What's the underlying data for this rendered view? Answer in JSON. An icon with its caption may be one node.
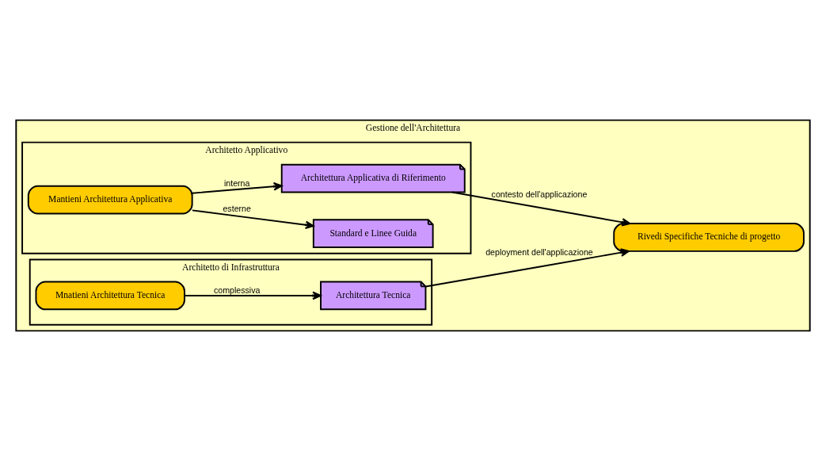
{
  "diagram": {
    "nodes": [
      {
        "text": [
          "Gestione dell'Architettura"
        ]
      },
      {
        "text": [
          "Architetto Applicativo"
        ],
        "in": 0
      },
      {
        "text": [
          "Standard e Linee Guida"
        ],
        "in": 1
      },
      {
        "text": [
          "Architettura Applicativa di Riferimento"
        ],
        "in": 1
      },
      {
        "text": [
          "Mantieni Architettura Applicativa"
        ],
        "in": 1
      },
      {
        "text": [
          "Rivedi Specifiche Tecniche di progetto"
        ],
        "in": 0
      },
      {
        "text": [
          "Architetto di Infrastruttura"
        ],
        "in": 0
      },
      {
        "text": [
          "Mnatieni Architettura Tecnica"
        ],
        "in": 6
      },
      {
        "text": [
          "Architettura Tecnica"
        ],
        "in": 6
      }
    ],
    "edges": [
      {
        "from": 4,
        "to": 2,
        "arrow": "to",
        "label": "esterne"
      },
      {
        "from": 4,
        "to": 3,
        "arrow": "to",
        "label": "interna"
      },
      {
        "from": 3,
        "to": 5,
        "arrow": "to",
        "label": "contesto dell'applicazione"
      },
      {
        "from": 7,
        "to": 8,
        "arrow": "to",
        "label": "complessiva"
      },
      {
        "from": 8,
        "to": 5,
        "arrow": "to",
        "label": "deployment dell'applicazione"
      }
    ]
  }
}
